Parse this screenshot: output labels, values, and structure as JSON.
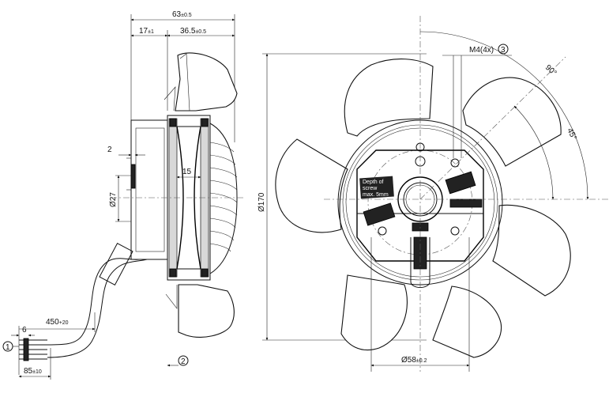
{
  "dimensions": {
    "overall_depth": "63",
    "overall_depth_tol": "±0.5",
    "front_depth": "17",
    "front_depth_tol": "±1",
    "rotor_depth": "36.5",
    "rotor_depth_tol": "±0.5",
    "flange_thickness": "2",
    "inner_width": "15",
    "shaft_dia": "Ø27",
    "fan_dia": "Ø170",
    "mount_dia": "Ø58",
    "mount_dia_tol": "±0.2",
    "screw": "M4(4x)",
    "angle_90": "90°",
    "angle_45": "45°",
    "cable_length": "450",
    "cable_length_tol": "+20",
    "wire_strip": "6",
    "wire_length": "85",
    "wire_length_tol": "±10"
  },
  "notes": {
    "depth_line1": "Depth of",
    "depth_line2": "screw",
    "depth_line3": "max. 5mm"
  },
  "markers": {
    "m1": "1",
    "m2": "2",
    "m3": "3"
  },
  "colors": {
    "line": "#111111",
    "hatch": "#d8d8d8"
  }
}
